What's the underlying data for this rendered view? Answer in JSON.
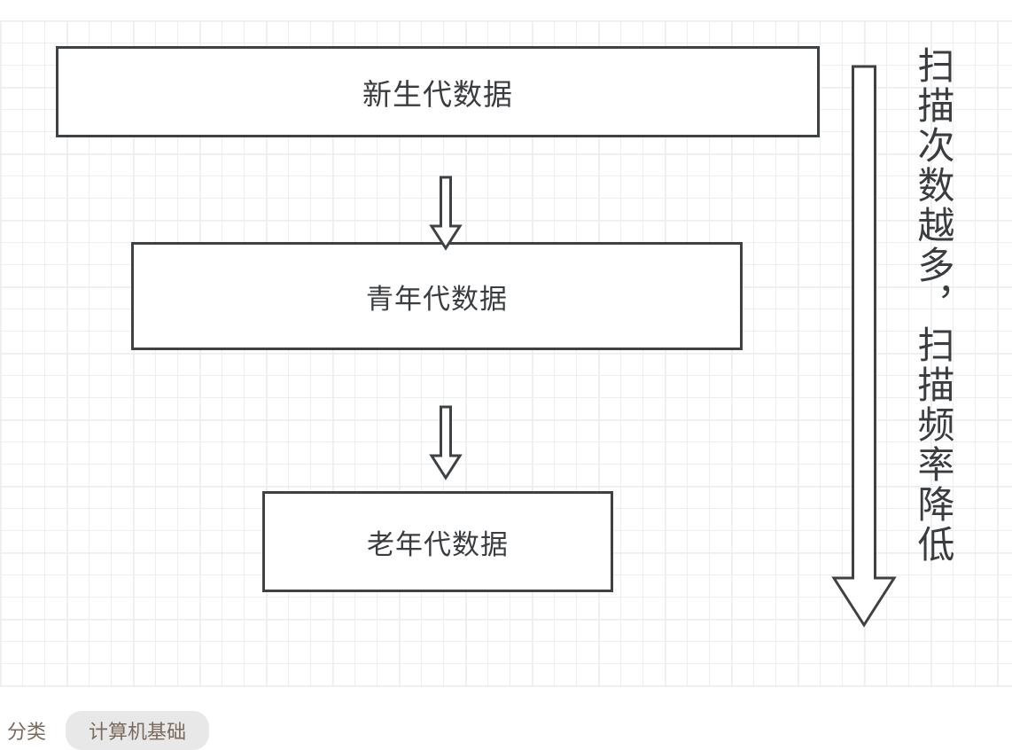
{
  "diagram": {
    "type": "flowchart",
    "background": "graph-paper-grid",
    "grid_color": "#eeeeee",
    "stroke_color": "#3f4245",
    "text_color": "#3a3d40",
    "boxes": [
      {
        "id": "young-gen",
        "label": "新生代数据"
      },
      {
        "id": "middle-gen",
        "label": "青年代数据"
      },
      {
        "id": "old-gen",
        "label": "老年代数据"
      }
    ],
    "connectors": [
      {
        "id": "step-1",
        "icon": "down-block-arrow-icon",
        "from": "young-gen",
        "to": "middle-gen"
      },
      {
        "id": "step-2",
        "icon": "down-block-arrow-icon",
        "from": "middle-gen",
        "to": "old-gen"
      }
    ],
    "annotation": {
      "icon": "long-down-block-arrow-icon",
      "text": "扫描次数越多，扫描频率降低",
      "orientation": "vertical"
    }
  },
  "footer": {
    "category_label": "分类",
    "category_tag": "计算机基础"
  }
}
